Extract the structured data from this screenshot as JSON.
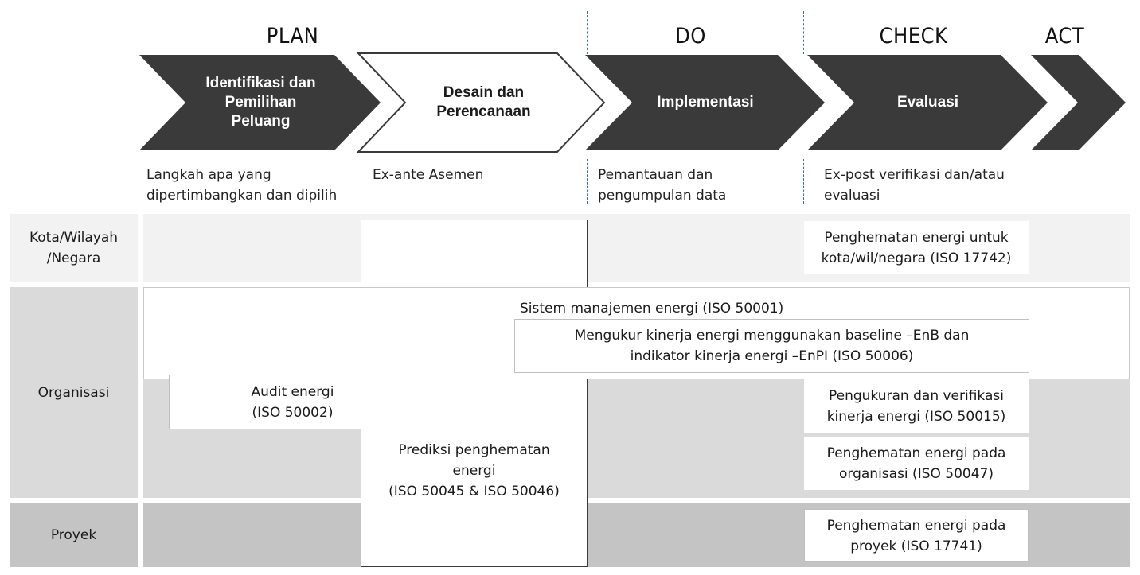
{
  "phases": {
    "plan": "PLAN",
    "do": "DO",
    "check": "CHECK",
    "act": "ACT"
  },
  "steps": [
    {
      "label": "Identifikasi  dan\nPemilihan\nPeluang",
      "style": "dark"
    },
    {
      "label": "Desain  dan\nPerencanaan",
      "style": "outline"
    },
    {
      "label": "Implementasi",
      "style": "dark"
    },
    {
      "label": "Evaluasi",
      "style": "dark"
    },
    {
      "label": "",
      "style": "dark"
    }
  ],
  "descriptions": [
    "Langkah apa yang\ndipertimbangkan dan dipilih",
    "Ex-ante Asemen",
    "Pemantauan dan\npengumpulan data",
    "Ex-post verifikasi dan/atau\nevaluasi"
  ],
  "rows": {
    "kota": "Kota/Wilayah\n/Negara",
    "organisasi": "Organisasi",
    "proyek": "Proyek"
  },
  "boxes": {
    "kota_iso": "Penghematan energi untuk\nkota/wil/negara (ISO 17742)",
    "sistem_manajemen": "Sistem manajemen energi (ISO 50001)",
    "mengukur_kinerja": "Mengukur kinerja energi menggunakan baseline –EnB dan\nindikator kinerja energi –EnPI (ISO 50006)",
    "audit": "Audit energi\n(ISO 50002)",
    "pengukuran_verifikasi": "Pengukuran dan verifikasi\nkinerja energi (ISO 50015)",
    "penghematan_organisasi": "Penghematan energi pada\norganisasi (ISO 50047)",
    "prediksi": "Prediksi penghematan\nenergi\n(ISO 50045 & ISO 50046)",
    "penghematan_proyek": "Penghematan energi pada\nproyek (ISO 17741)"
  },
  "colors": {
    "dark_arrow": "#3a3a3a",
    "row_light": "#f2f2f2",
    "row_mid": "#dadada",
    "row_dark": "#c4c4c4",
    "box_border": "#bfbfbf",
    "dash": "#3f6f96"
  }
}
